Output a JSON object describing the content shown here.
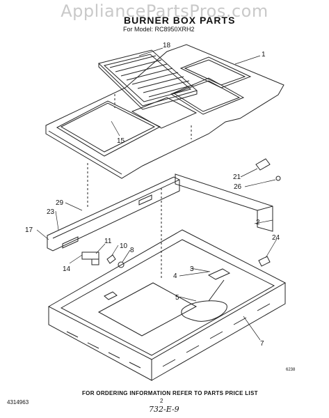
{
  "watermark": "AppliancePartsPros.com",
  "title": "BURNER BOX PARTS",
  "model_line": "For Model: RC8950XRH2",
  "callouts": [
    "18",
    "1",
    "15",
    "21",
    "26",
    "29",
    "23",
    "2",
    "17",
    "11",
    "10",
    "8",
    "24",
    "14",
    "4",
    "3",
    "5",
    "7"
  ],
  "footer": "FOR ORDERING INFORMATION REFER TO PARTS PRICE LIST",
  "doc_number": "4314963",
  "page_number": "2",
  "small_code": "6238",
  "handwritten_note": "732-E-9"
}
